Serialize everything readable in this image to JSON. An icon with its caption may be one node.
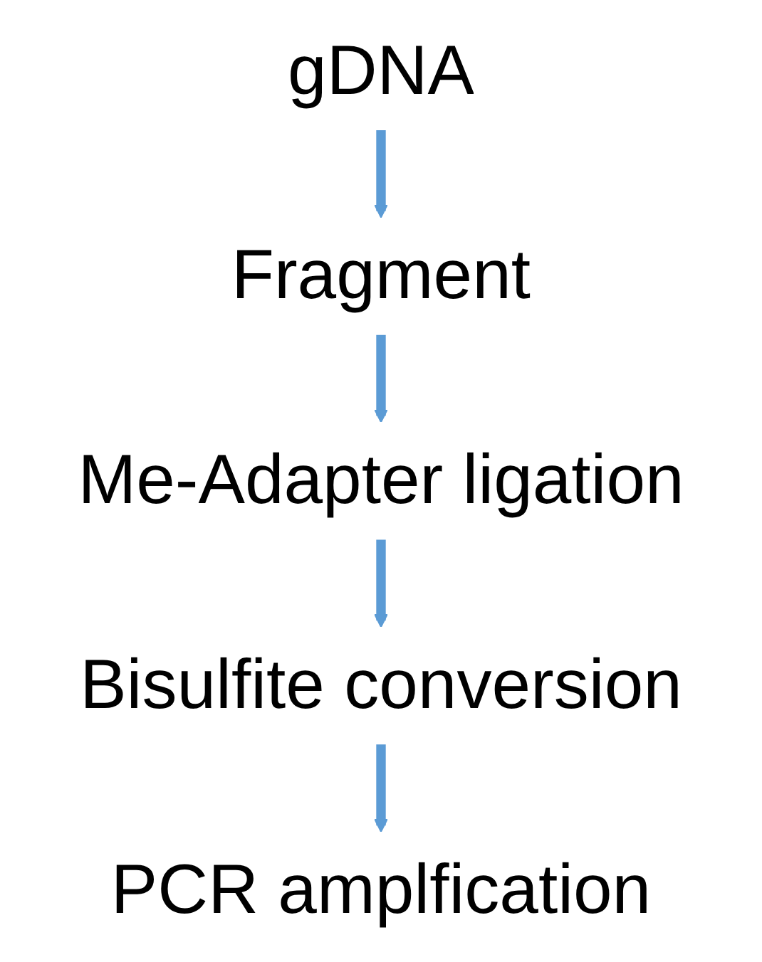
{
  "diagram": {
    "nodes": [
      {
        "text": [
          "gDNA"
        ]
      },
      {
        "text": [
          "Fragment"
        ]
      },
      {
        "text": [
          "Me-Adapter ligation"
        ]
      },
      {
        "text": [
          "Bisulfite conversion"
        ]
      },
      {
        "text": [
          "PCR amplfication"
        ]
      }
    ],
    "edges": [
      {
        "from": 0,
        "to": 1,
        "arrow": "to"
      },
      {
        "from": 1,
        "to": 2,
        "arrow": "to"
      },
      {
        "from": 2,
        "to": 3,
        "arrow": "to"
      },
      {
        "from": 3,
        "to": 4,
        "arrow": "to"
      }
    ]
  }
}
